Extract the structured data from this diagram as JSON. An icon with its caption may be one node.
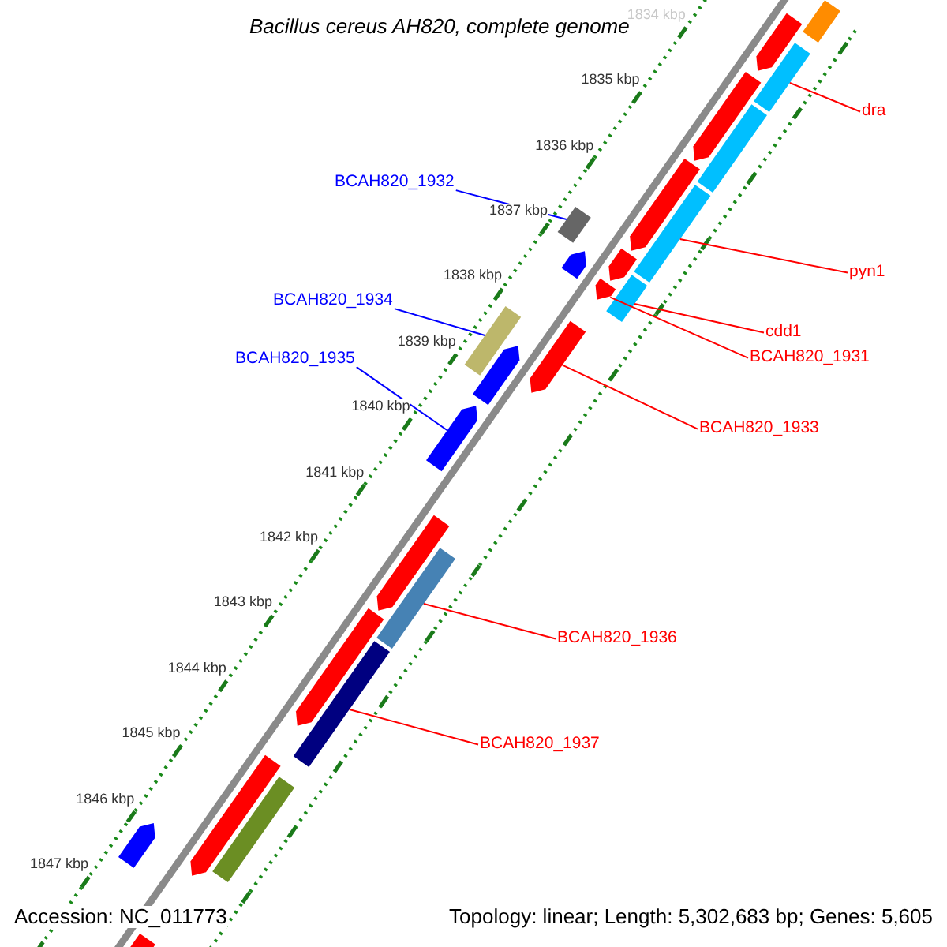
{
  "diagram": {
    "title": "Bacillus cereus AH820, complete genome",
    "nodes": [
      {
        "text": [
          "dra"
        ]
      },
      {
        "text": [
          "BCAH820_1932"
        ]
      },
      {
        "text": [
          "pyn1"
        ]
      },
      {
        "text": [
          "BCAH820_1934"
        ]
      },
      {
        "text": [
          "cdd1"
        ]
      },
      {
        "text": [
          "BCAH820_1931"
        ]
      },
      {
        "text": [
          "BCAH820_1935"
        ]
      },
      {
        "text": [
          "BCAH820_1933"
        ]
      },
      {
        "text": [
          "BCAH820_1936"
        ]
      },
      {
        "text": [
          "BCAH820_1937"
        ]
      },
      {
        "text": [],
        "shape": "bar"
      },
      {
        "text": [],
        "shape": "arrow"
      },
      {
        "text": [],
        "shape": "bar"
      },
      {
        "text": [],
        "shape": "arrow"
      },
      {
        "text": [],
        "shape": "bar"
      },
      {
        "text": [],
        "shape": "arrow"
      },
      {
        "text": [],
        "shape": "bar"
      },
      {
        "text": [],
        "shape": "bar"
      },
      {
        "text": [],
        "shape": "arrow"
      },
      {
        "text": [],
        "shape": "bar"
      },
      {
        "text": [],
        "shape": "arrow"
      },
      {
        "text": [],
        "shape": "arrow"
      },
      {
        "text": [],
        "shape": "arrow"
      },
      {
        "text": [],
        "shape": "bar"
      },
      {
        "text": [],
        "shape": "arrow"
      },
      {
        "text": [],
        "shape": "arrow"
      },
      {
        "text": [],
        "shape": "arrow"
      },
      {
        "text": [],
        "shape": "bar"
      },
      {
        "text": [],
        "shape": "arrow"
      },
      {
        "text": [],
        "shape": "bar"
      },
      {
        "text": [],
        "shape": "arrow"
      },
      {
        "text": [],
        "shape": "bar"
      },
      {
        "text": [],
        "shape": "arrow"
      },
      {
        "text": [],
        "shape": "arrow"
      }
    ],
    "edges": [
      {
        "from": 0,
        "to": 12,
        "arrow": "none"
      },
      {
        "from": 1,
        "to": 17,
        "arrow": "none",
        "color": "#0000ff"
      },
      {
        "from": 2,
        "to": 16,
        "arrow": "none"
      },
      {
        "from": 3,
        "to": 23,
        "arrow": "none",
        "color": "#0000ff"
      },
      {
        "from": 4,
        "to": 19,
        "arrow": "none"
      },
      {
        "from": 5,
        "to": 21,
        "arrow": "none"
      },
      {
        "from": 6,
        "to": 25,
        "arrow": "none",
        "color": "#0000ff"
      },
      {
        "from": 7,
        "to": 22,
        "arrow": "none"
      },
      {
        "from": 8,
        "to": 27,
        "arrow": "none"
      },
      {
        "from": 9,
        "to": 29,
        "arrow": "none"
      }
    ],
    "labels": [
      "1834 kbp",
      "1835 kbp",
      "1836 kbp",
      "1837 kbp",
      "1838 kbp",
      "1839 kbp",
      "1840 kbp",
      "1841 kbp",
      "1842 kbp",
      "1843 kbp",
      "1844 kbp",
      "1845 kbp",
      "1846 kbp",
      "1847 kbp",
      "Accession: NC_011773",
      "Topology: linear; Length: 5,302,683 bp; Genes: 5,605"
    ]
  }
}
